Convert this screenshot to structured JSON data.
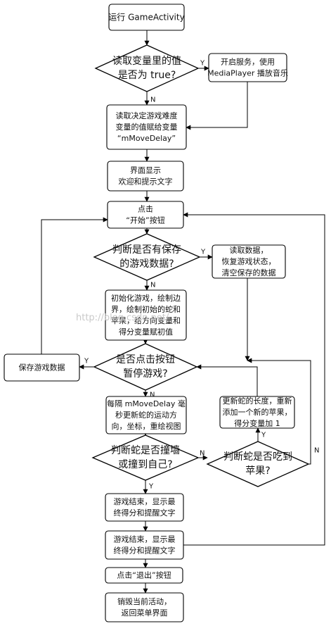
{
  "nodes": {
    "start": [
      "运行 GameActivity"
    ],
    "check_var": [
      "读取变量里的值",
      "是否为 true?"
    ],
    "music": [
      "开启服务，使用",
      "MediaPlayer 播放音乐"
    ],
    "read_difficulty": [
      "读取决定游戏难度",
      "变量的值赋给变量",
      "“mMoveDelay”"
    ],
    "welcome": [
      "界面显示",
      "欢迎和提示文字"
    ],
    "click_start": [
      "点击",
      "“开始”按钮"
    ],
    "check_saved": [
      "判断是否有保存",
      "的游戏数据?"
    ],
    "restore": [
      "读取数据，",
      "恢复游戏状态，",
      "清空保存的数据"
    ],
    "init": [
      "初始化游戏，绘制边",
      "界，绘制初始的蛇和",
      "苹果，给方向变量和",
      "得分变量赋初值"
    ],
    "check_pause": [
      "是否点击按钮",
      "暂停游戏?"
    ],
    "save": [
      "保存游戏数据"
    ],
    "update": [
      "每隔 mMoveDelay 毫",
      "秒更新蛇的运动方",
      "向，坐标，重绘视图"
    ],
    "check_wall": [
      "判断蛇是否撞墙",
      "或撞到自己?"
    ],
    "check_apple": [
      "判断蛇是否吃到",
      "苹果?"
    ],
    "grow": [
      "更新蛇的长度，重新",
      "添加一个新的苹果，",
      "得分变量加 1"
    ],
    "game_over_1": [
      "游戏结束，显示最",
      "终得分和提醒文字"
    ],
    "game_over_2": [
      "游戏结束，显示最",
      "终得分和提醒文字"
    ],
    "click_exit": [
      "点击“退出”按钮"
    ],
    "destroy": [
      "销毁当前活动，",
      "返回菜单界面"
    ]
  },
  "edge_labels": {
    "yes": "Y",
    "no": "N"
  },
  "watermark": "http://blog.csdn.net/",
  "colors": {
    "stroke": "#000000",
    "fill": "#ffffff",
    "text": "#111111",
    "watermark": "#c9c9c9"
  }
}
